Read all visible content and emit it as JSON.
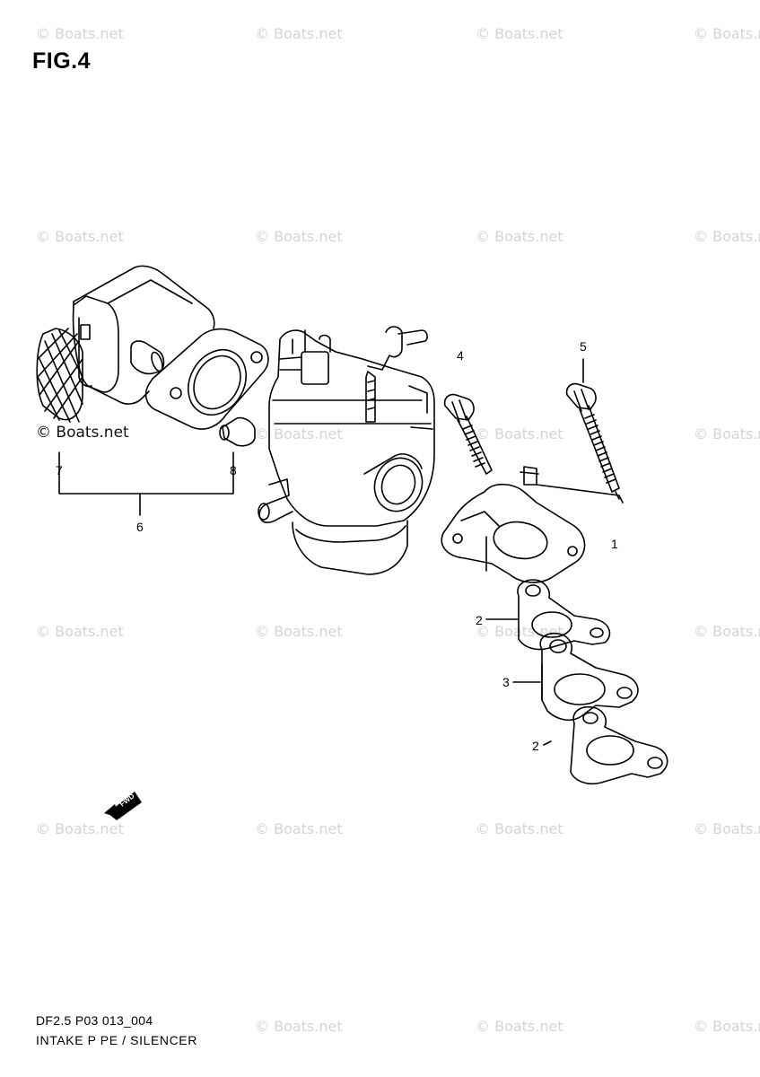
{
  "figure": {
    "title": "FIG.4",
    "footer_code": "DF2.5 P03 013_004",
    "footer_title": "INTAKE P PE / SILENCER"
  },
  "watermark": {
    "text": "© Boats.net",
    "strong_text": "© Boats.net"
  },
  "callouts": [
    "1",
    "2",
    "3",
    "2",
    "4",
    "5",
    "6",
    "7",
    "8"
  ],
  "fwd_label": "FWD"
}
